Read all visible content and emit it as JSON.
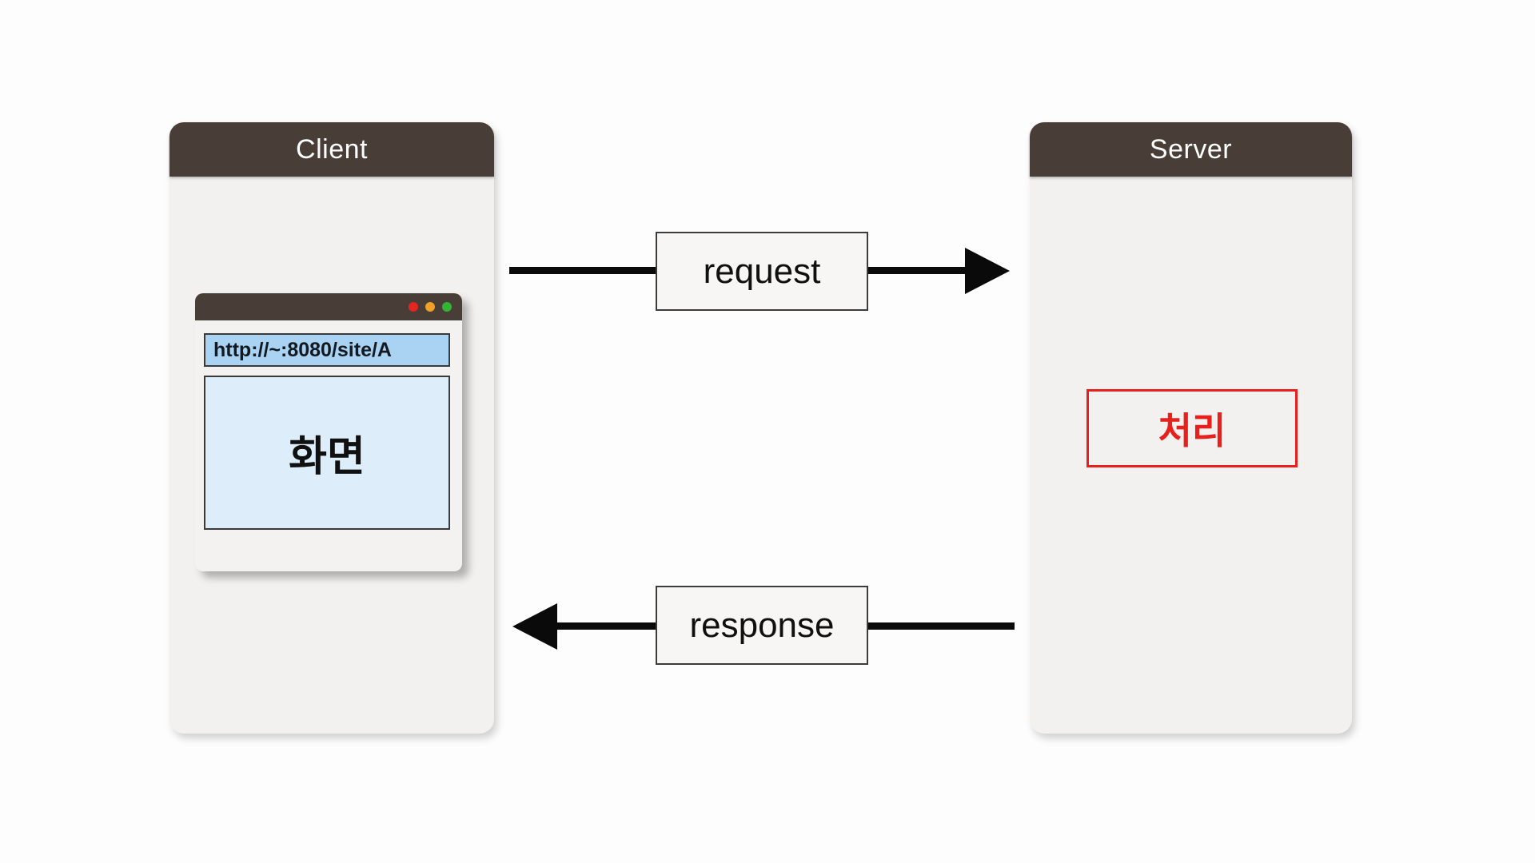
{
  "colors": {
    "page_bg": "#fdfdfd",
    "header_bg": "#493d38",
    "panel_bg": "#f2f1ef",
    "panel_title_text": "#ffffff",
    "arrow": "#0a0a0a",
    "label_box_bg": "#f7f6f5",
    "label_box_border": "#3c3c3c",
    "accent_red": "#e8201d",
    "address_bar_bg": "#a9d2f3",
    "screen_bg": "#ddedfa",
    "browser_border": "#3a3a3a",
    "dot_red": "#e42521",
    "dot_orange": "#f0a128",
    "dot_green": "#33b534"
  },
  "client": {
    "title": "Client",
    "browser": {
      "address_url": "http://~:8080/site/A",
      "screen_label": "화면"
    }
  },
  "server": {
    "title": "Server",
    "process_label": "처리"
  },
  "flow": {
    "request_label": "request",
    "response_label": "response"
  }
}
